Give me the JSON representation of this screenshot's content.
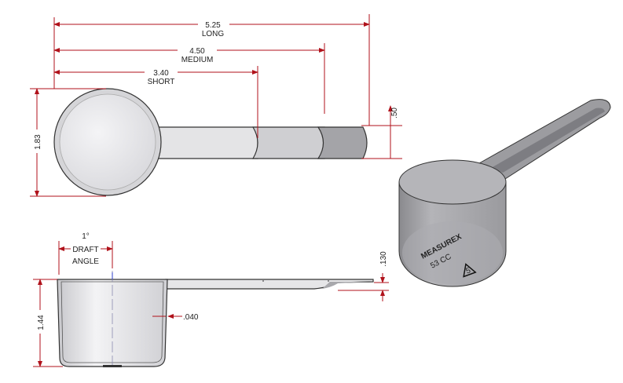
{
  "top_view": {
    "long_value": "5.25",
    "long_label": "LONG",
    "medium_value": "4.50",
    "medium_label": "MEDIUM",
    "short_value": "3.40",
    "short_label": "SHORT",
    "diameter_value": "1.83",
    "handle_width_value": ".50"
  },
  "side_view": {
    "draft_value": "1°",
    "draft_label_1": "DRAFT",
    "draft_label_2": "ANGLE",
    "height_value": "1.44",
    "wall_value": ".040",
    "handle_thickness_value": ".130"
  },
  "iso_view": {
    "brand_text": "MEASUREX",
    "capacity_text": "53 CC",
    "recycle_code": "5"
  },
  "colors": {
    "dimension": "#b0121b",
    "part": "#d9d9dc",
    "part_dark": "#8e8e92"
  }
}
